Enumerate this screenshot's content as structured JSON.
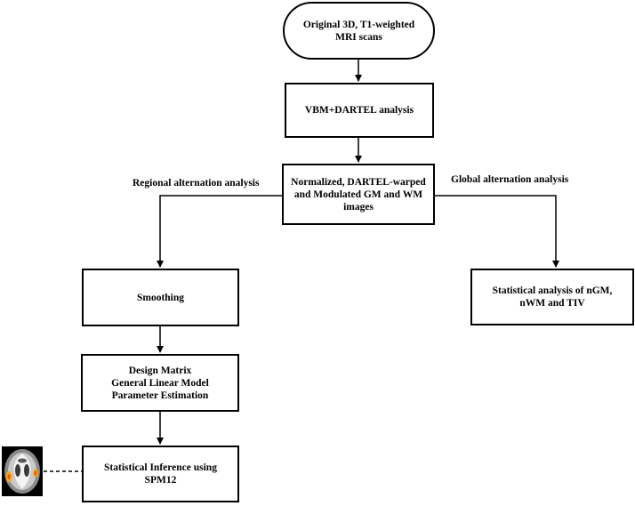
{
  "nodes": {
    "original_scans": [
      "Original 3D,  T1-weighted",
      "MRI scans"
    ],
    "vbm_dartel": [
      "VBM+DARTEL analysis"
    ],
    "normalized_images": [
      "Normalized, DARTEL-warped",
      "and Modulated GM and WM",
      "images"
    ],
    "smoothing": [
      "Smoothing"
    ],
    "design_matrix": [
      "Design Matrix",
      "General Linear Model",
      "Parameter Estimation"
    ],
    "statistical_inference": [
      "Statistical Inference using",
      "SPM12"
    ],
    "statistical_analysis": [
      "Statistical analysis of nGM,",
      "nWM and TIV"
    ]
  },
  "branch_labels": {
    "regional": "Regional alternation analysis",
    "global": "Global alternation analysis"
  },
  "colors": {
    "stroke": "#000000",
    "background": "#ffffff"
  },
  "brain_image": {
    "icon": "axial-brain-slice-icon",
    "highlight": "#f5a623"
  }
}
